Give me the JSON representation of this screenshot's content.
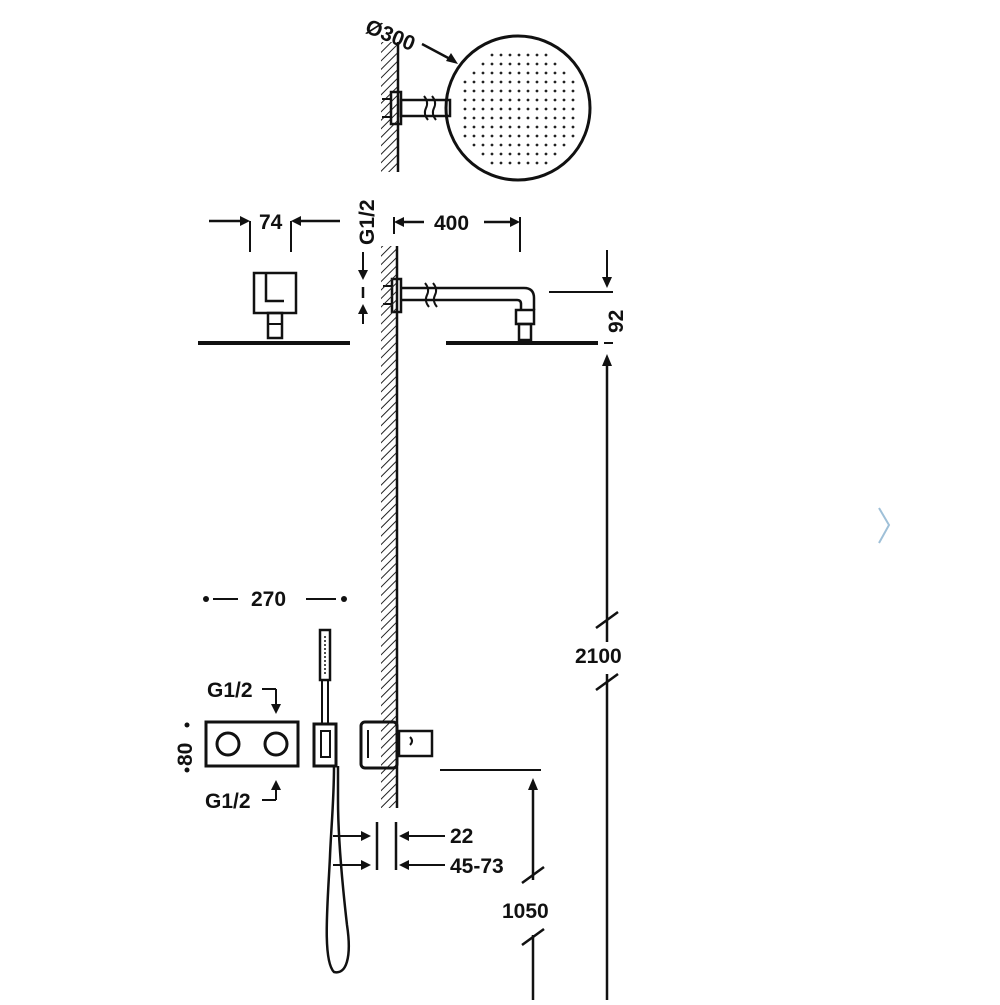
{
  "dimensions": {
    "head_diameter": "Ø300",
    "shower_head_depth": "74",
    "inlet_thread_top": "G1/2",
    "arm_length": "400",
    "arm_drop": "92",
    "valve_width": "270",
    "outlet_height": "2100",
    "valve_inlet_top": "G1/2",
    "valve_height": "80",
    "valve_inlet_bottom": "G1/2",
    "wall_offset": "22",
    "wall_depth_range": "45-73",
    "valve_mount_height": "1050"
  },
  "colors": {
    "line": "#111111",
    "nav_chevron": "#9fc0d8"
  },
  "icons": {
    "nav": "chevron-right-icon"
  }
}
